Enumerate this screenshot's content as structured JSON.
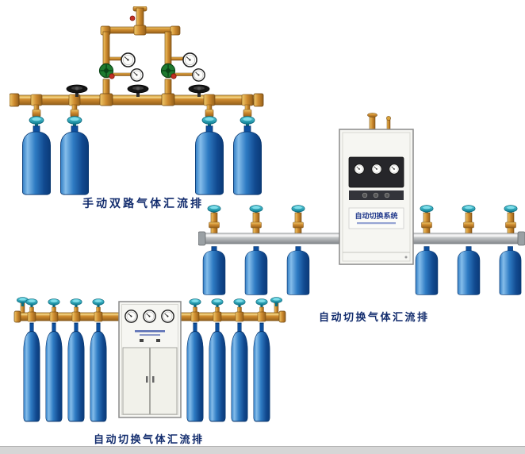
{
  "page": {
    "background_color": "#ffffff"
  },
  "figures": {
    "manual_manifold": {
      "label": "手动双路气体汇流排",
      "cylinder_count": 4
    },
    "auto_manifold_right": {
      "label": "自动切换气体汇流排",
      "cabinet_title": "自动切换系统",
      "cylinder_count": 6
    },
    "auto_manifold_bottom": {
      "label": "自动切换气体汇流排",
      "cylinder_count": 8
    }
  },
  "colors": {
    "label_text": "#132d6e",
    "brass_pipe": "#cd8a2e",
    "silver_pipe": "#c4c6c8",
    "cylinder_blue": "#2f7cc4",
    "valve_cap_teal": "#25b0c6",
    "cabinet_body": "#f6f6f2"
  }
}
